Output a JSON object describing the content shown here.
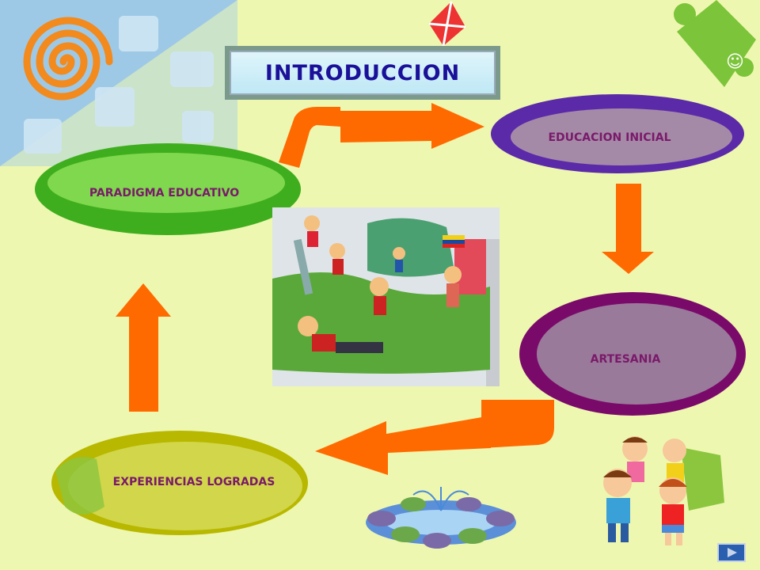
{
  "title": "INTRODUCCION",
  "nodes": {
    "paradigma": "PARADIGMA EDUCATIVO",
    "educacion": "EDUCACION INICIAL",
    "artesania": "ARTESANIA",
    "experiencias": "EXPERIENCIAS LOGRADAS"
  },
  "colors": {
    "background": "#eef7b0",
    "arrow": "#ff6a00",
    "paradigma_ring": "#3fae1e",
    "educacion_ring": "#5b2aa8",
    "artesania_ring": "#7a0a6a",
    "experiencias_ring": "#b8b800",
    "title_text": "#1a1099",
    "label_text": "#7a1a6a"
  },
  "icons": [
    "spiral-sun-icon",
    "puzzle-piece-icon",
    "kite-icon",
    "children-playing-icon",
    "fountain-icon",
    "next-slide-icon"
  ]
}
